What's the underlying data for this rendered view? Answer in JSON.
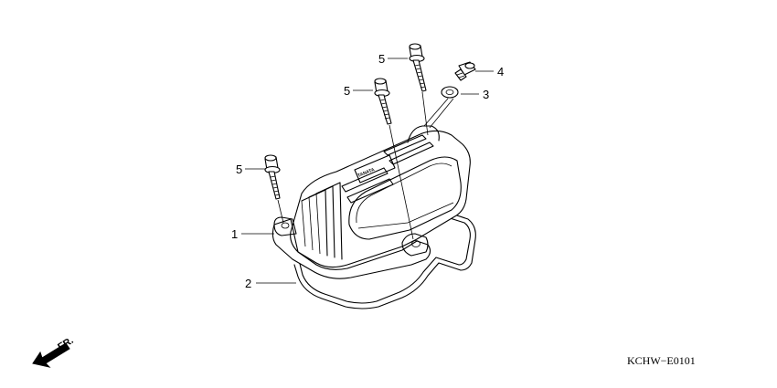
{
  "callouts": [
    {
      "id": "cylinder-head-cover",
      "label": "1"
    },
    {
      "id": "gasket",
      "label": "2"
    },
    {
      "id": "washer",
      "label": "3"
    },
    {
      "id": "plug",
      "label": "4"
    },
    {
      "id": "flange-bolt",
      "label": "5"
    }
  ],
  "front_indicator": "FR.",
  "diagram_code": "KCHW−E0101",
  "cover_stamp": "TANATA"
}
